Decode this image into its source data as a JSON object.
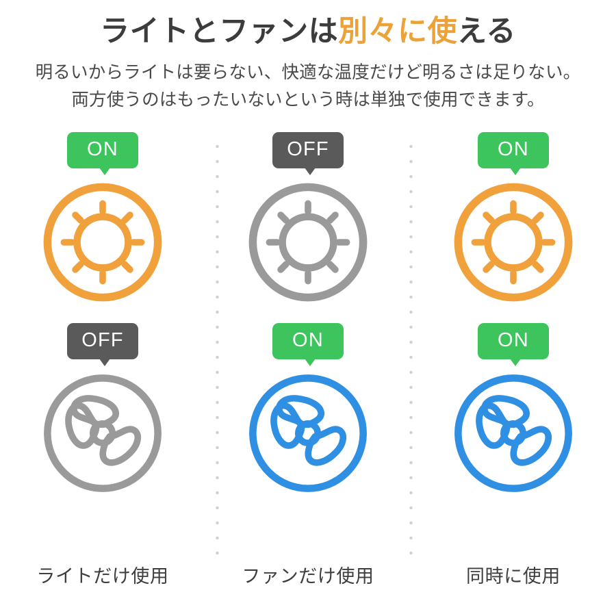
{
  "header": {
    "title_plain_before": "ライトとファンは",
    "title_highlight": "別々に使",
    "title_plain_after": "える",
    "title_full": "ライトとファンは別々に使える",
    "subtitle_line1": "明るいからライトは要らない、快適な温度だけど明るさは足りない。",
    "subtitle_line2": "両方使うのはもったいないという時は単独で使用できます。"
  },
  "colors": {
    "highlight_orange": "#eda238",
    "light_icon_orange": "#f0a13c",
    "fan_icon_blue": "#2e8fe3",
    "inactive_gray": "#9a9a9a",
    "badge_on_green": "#3ec45c",
    "badge_off_gray": "#5a5a5a",
    "text_dark": "#3c3c3c",
    "divider_dot": "#d2d2d2",
    "background": "#ffffff"
  },
  "badges": {
    "on_label": "ON",
    "off_label": "OFF"
  },
  "columns": [
    {
      "id": "light-only",
      "caption": "ライトだけ使用",
      "light": {
        "state": "ON",
        "icon": "light-icon",
        "color": "#f0a13c",
        "active": true
      },
      "fan": {
        "state": "OFF",
        "icon": "fan-icon",
        "color": "#9a9a9a",
        "active": false
      }
    },
    {
      "id": "fan-only",
      "caption": "ファンだけ使用",
      "light": {
        "state": "OFF",
        "icon": "light-icon",
        "color": "#9a9a9a",
        "active": false
      },
      "fan": {
        "state": "ON",
        "icon": "fan-icon",
        "color": "#2e8fe3",
        "active": true
      }
    },
    {
      "id": "both",
      "caption": "同時に使用",
      "light": {
        "state": "ON",
        "icon": "light-icon",
        "color": "#f0a13c",
        "active": true
      },
      "fan": {
        "state": "ON",
        "icon": "fan-icon",
        "color": "#2e8fe3",
        "active": true
      }
    }
  ]
}
